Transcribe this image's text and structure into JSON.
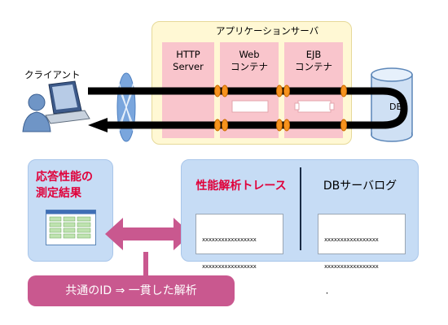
{
  "app_server": {
    "title": "アプリケーションサーバ"
  },
  "components": {
    "http": {
      "line1": "HTTP",
      "line2": "Server"
    },
    "web": {
      "line1": "Web",
      "line2": "コンテナ"
    },
    "ejb": {
      "line1": "EJB",
      "line2": "コンテナ"
    }
  },
  "client": {
    "label": "クライアント"
  },
  "database": {
    "label": "DB"
  },
  "measurement": {
    "line1": "応答性能の",
    "line2": "測定結果"
  },
  "analysis": {
    "trace_title": "性能解析トレース",
    "dblog_title": "DBサーバログ",
    "trace_log_lines": [
      "xxxxxxxxxxxxxxxxx",
      "xxxxxxxxxxxxxxxxx",
      "・"
    ],
    "dblog_lines": [
      "xxxxxxxxxxxxxxxxx",
      "xxxxxxxxxxxxxxxxx",
      "・"
    ]
  },
  "common": {
    "text": "共通のID ⇒ 一貫した解析"
  },
  "colors": {
    "app_server_bg": "#fff8d4",
    "component_bg": "#f9c5cc",
    "analysis_bg": "#c6dcf5",
    "accent_red": "#e0003a",
    "accent_pink": "#c9588f",
    "connector_orange": "#f7931e"
  }
}
